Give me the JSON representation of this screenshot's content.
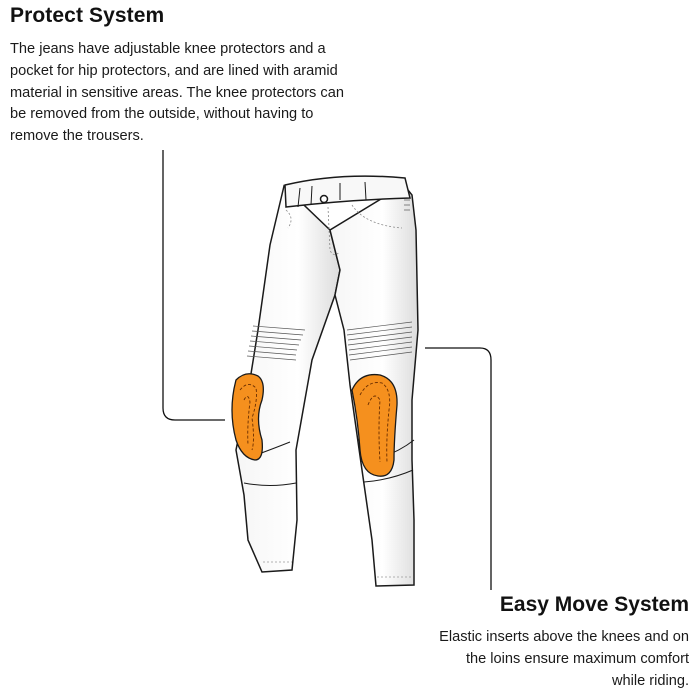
{
  "sections": {
    "protect": {
      "title": "Protect System",
      "body": "The jeans have adjustable knee protectors and a pocket for hip protectors, and are lined with aramid material in sensitive areas. The knee protectors can be removed from the outside, without having to remove the trousers."
    },
    "easy_move": {
      "title": "Easy Move System",
      "body": "Elastic inserts above the knees and on the loins ensure maximum comfort while riding."
    }
  },
  "illustration": {
    "subject": "motorcycle-jeans-icon",
    "protector_color": "#f5901e",
    "outline_color": "#1a1a1a"
  }
}
